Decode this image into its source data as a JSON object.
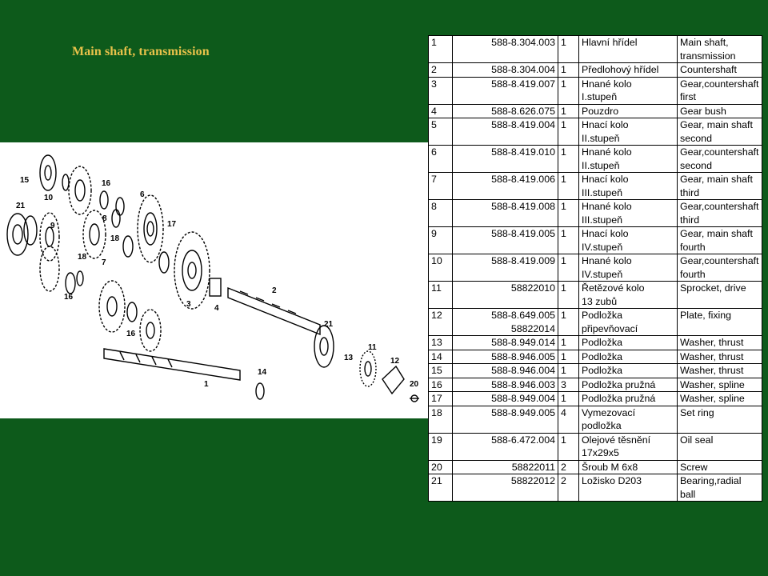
{
  "title": "Main shaft, transmission",
  "diagram_labels": [
    "15",
    "16",
    "10",
    "21",
    "9",
    "8",
    "6",
    "17",
    "18",
    "7",
    "3",
    "16",
    "18",
    "16",
    "4",
    "2",
    "21",
    "11",
    "13",
    "12",
    "1",
    "14",
    "20"
  ],
  "parts": [
    {
      "no": "1",
      "pn": "588-8.304.003",
      "pn2": "",
      "qty": "1",
      "cz": "Hlavní hřídel",
      "cz2": "",
      "en": "Main shaft,",
      "en2": "transmission"
    },
    {
      "no": "2",
      "pn": "588-8.304.004",
      "pn2": "",
      "qty": "1",
      "cz": "Předlohový hřídel",
      "cz2": "",
      "en": "Countershaft",
      "en2": ""
    },
    {
      "no": "3",
      "pn": "588-8.419.007",
      "pn2": "",
      "qty": "1",
      "cz": "Hnané kolo",
      "cz2": "I.stupeň",
      "en": "Gear,countershaft",
      "en2": "first"
    },
    {
      "no": "4",
      "pn": "588-8.626.075",
      "pn2": "",
      "qty": "1",
      "cz": "Pouzdro",
      "cz2": "",
      "en": "Gear bush",
      "en2": ""
    },
    {
      "no": "5",
      "pn": "588-8.419.004",
      "pn2": "",
      "qty": "1",
      "cz": "Hnací kolo",
      "cz2": "II.stupeň",
      "en": "Gear, main shaft",
      "en2": "second"
    },
    {
      "no": "6",
      "pn": "588-8.419.010",
      "pn2": "",
      "qty": "1",
      "cz": "Hnané kolo",
      "cz2": "II.stupeň",
      "en": "Gear,countershaft",
      "en2": "second"
    },
    {
      "no": "7",
      "pn": "588-8.419.006",
      "pn2": "",
      "qty": "1",
      "cz": "Hnací kolo",
      "cz2": "III.stupeň",
      "en": "Gear, main shaft",
      "en2": "third"
    },
    {
      "no": "8",
      "pn": "588-8.419.008",
      "pn2": "",
      "qty": "1",
      "cz": "Hnané kolo",
      "cz2": "III.stupeň",
      "en": "Gear,countershaft",
      "en2": "third"
    },
    {
      "no": "9",
      "pn": "588-8.419.005",
      "pn2": "",
      "qty": "1",
      "cz": "Hnací kolo",
      "cz2": "IV.stupeň",
      "en": "Gear, main shaft",
      "en2": "fourth"
    },
    {
      "no": "10",
      "pn": "588-8.419.009",
      "pn2": "",
      "qty": "1",
      "cz": "Hnané kolo",
      "cz2": "IV.stupeň",
      "en": "Gear,countershaft",
      "en2": "fourth"
    },
    {
      "no": "11",
      "pn": "58822010",
      "pn2": "",
      "qty": "1",
      "cz": "Řetězové kolo",
      "cz2": "13 zubů",
      "en": "Sprocket, drive",
      "en2": ""
    },
    {
      "no": "12",
      "pn": "588-8.649.005",
      "pn2": "58822014",
      "qty": "1",
      "cz": "Podložka",
      "cz2": "připevňovací",
      "en": "Plate, fixing",
      "en2": ""
    },
    {
      "no": "13",
      "pn": "588-8.949.014",
      "pn2": "",
      "qty": "1",
      "cz": "Podložka",
      "cz2": "",
      "en": "Washer, thrust",
      "en2": ""
    },
    {
      "no": "14",
      "pn": "588-8.946.005",
      "pn2": "",
      "qty": "1",
      "cz": "Podložka",
      "cz2": "",
      "en": "Washer, thrust",
      "en2": ""
    },
    {
      "no": "15",
      "pn": "588-8.946.004",
      "pn2": "",
      "qty": "1",
      "cz": "Podložka",
      "cz2": "",
      "en": "Washer, thrust",
      "en2": ""
    },
    {
      "no": "16",
      "pn": "588-8.946.003",
      "pn2": "",
      "qty": "3",
      "cz": "Podložka pružná",
      "cz2": "",
      "en": "Washer, spline",
      "en2": ""
    },
    {
      "no": "17",
      "pn": "588-8.949.004",
      "pn2": "",
      "qty": "1",
      "cz": "Podložka pružná",
      "cz2": "",
      "en": "Washer, spline",
      "en2": ""
    },
    {
      "no": "18",
      "pn": "588-8.949.005",
      "pn2": "",
      "qty": "4",
      "cz": "Vymezovací",
      "cz2": "podložka",
      "en": "Set ring",
      "en2": ""
    },
    {
      "no": "19",
      "pn": "588-6.472.004",
      "pn2": "",
      "qty": "1",
      "cz": "Olejové těsnění",
      "cz2": "17x29x5",
      "en": "Oil seal",
      "en2": ""
    },
    {
      "no": "20",
      "pn": "58822011",
      "pn2": "",
      "qty": "2",
      "cz": "Šroub M 6x8",
      "cz2": "",
      "en": "Screw",
      "en2": ""
    },
    {
      "no": "21",
      "pn": "58822012",
      "pn2": "",
      "qty": "2",
      "cz": "Ložisko D203",
      "cz2": "",
      "en": "Bearing,radial ball",
      "en2": ""
    }
  ]
}
